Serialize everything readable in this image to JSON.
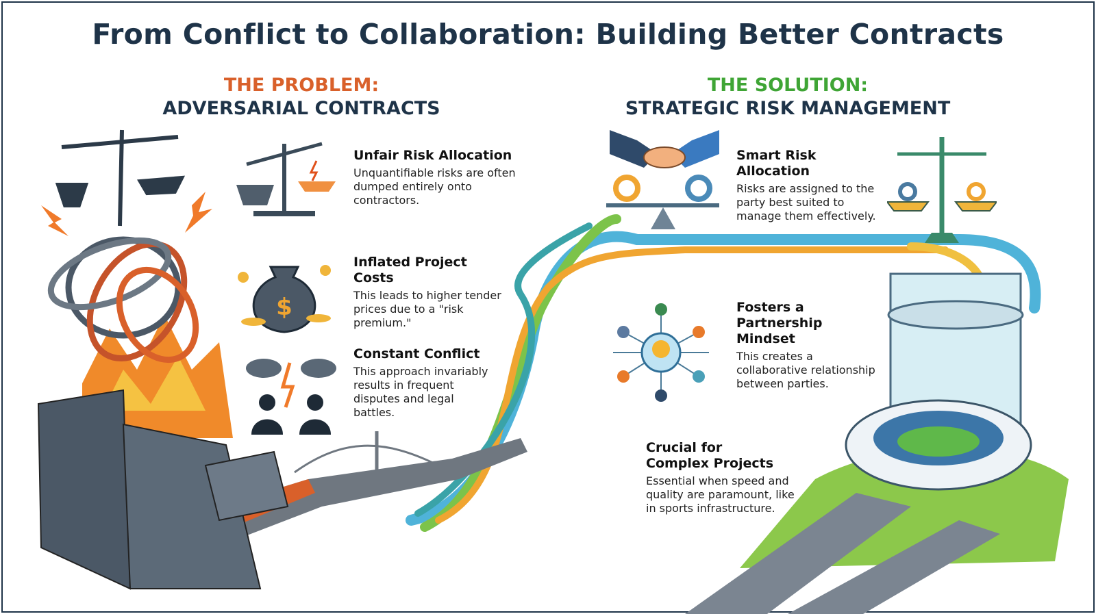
{
  "title": "From Conflict to Collaboration: Building Better Contracts",
  "problem": {
    "kicker": "THE PROBLEM:",
    "heading": "ADVERSARIAL CONTRACTS",
    "color": "#d9602a",
    "items": [
      {
        "title": "Unfair Risk Allocation",
        "text": "Unquantifiable risks are often dumped entirely onto contractors.",
        "icon": "unbalanced-scale-icon"
      },
      {
        "title": "Inflated Project Costs",
        "text": "This leads to higher tender prices due to a \"risk premium.\"",
        "icon": "money-bag-icon"
      },
      {
        "title": "Constant Conflict",
        "text": "This approach invariably results in frequent disputes and legal battles.",
        "icon": "arguing-people-storm-icon"
      }
    ]
  },
  "solution": {
    "kicker": "THE SOLUTION:",
    "heading": "STRATEGIC RISK MANAGEMENT",
    "color": "#3fa535",
    "items": [
      {
        "title": "Smart Risk Allocation",
        "text": "Risks are assigned to the party best suited to manage them effectively.",
        "icon": "handshake-balanced-scale-icon"
      },
      {
        "title": "Fosters a Partnership Mindset",
        "text": "This creates a collaborative relationship between parties.",
        "icon": "network-lightbulb-icon"
      },
      {
        "title": "Crucial for Complex Projects",
        "text": "Essential when speed and quality are paramount, like in sports infrastructure.",
        "icon": "stadium-icon"
      }
    ]
  }
}
